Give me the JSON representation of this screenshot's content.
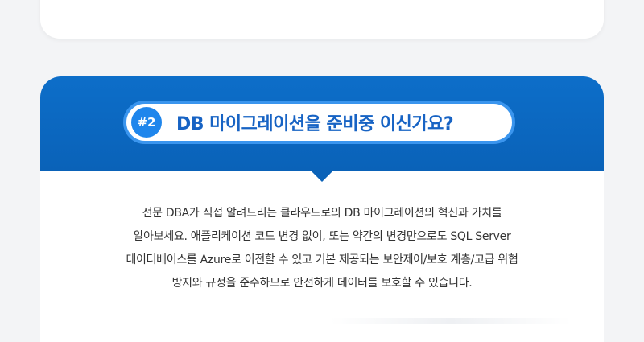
{
  "section": {
    "badge": "#2",
    "title": "DB 마이그레이션을 준비중 이신가요?",
    "description_lines": [
      "전문 DBA가 직접 알려드리는 클라우드로의 DB 마이그레이션의 혁신과 가치를",
      "알아보세요. 애플리케이션 코드 변경 없이, 또는 약간의 변경만으로도 SQL Server",
      "데이터베이스를 Azure로 이전할 수 있고 기본 제공되는 보안제어/보호 계층/고급 위협",
      "방지와 규정을 준수하므로 안전하게 데이터를 보호할 수 있습니다."
    ]
  },
  "colors": {
    "band": "#0d6ec9",
    "badge": "#1f86ec",
    "title": "#1763c4",
    "pill_border": "#3a95ee"
  }
}
